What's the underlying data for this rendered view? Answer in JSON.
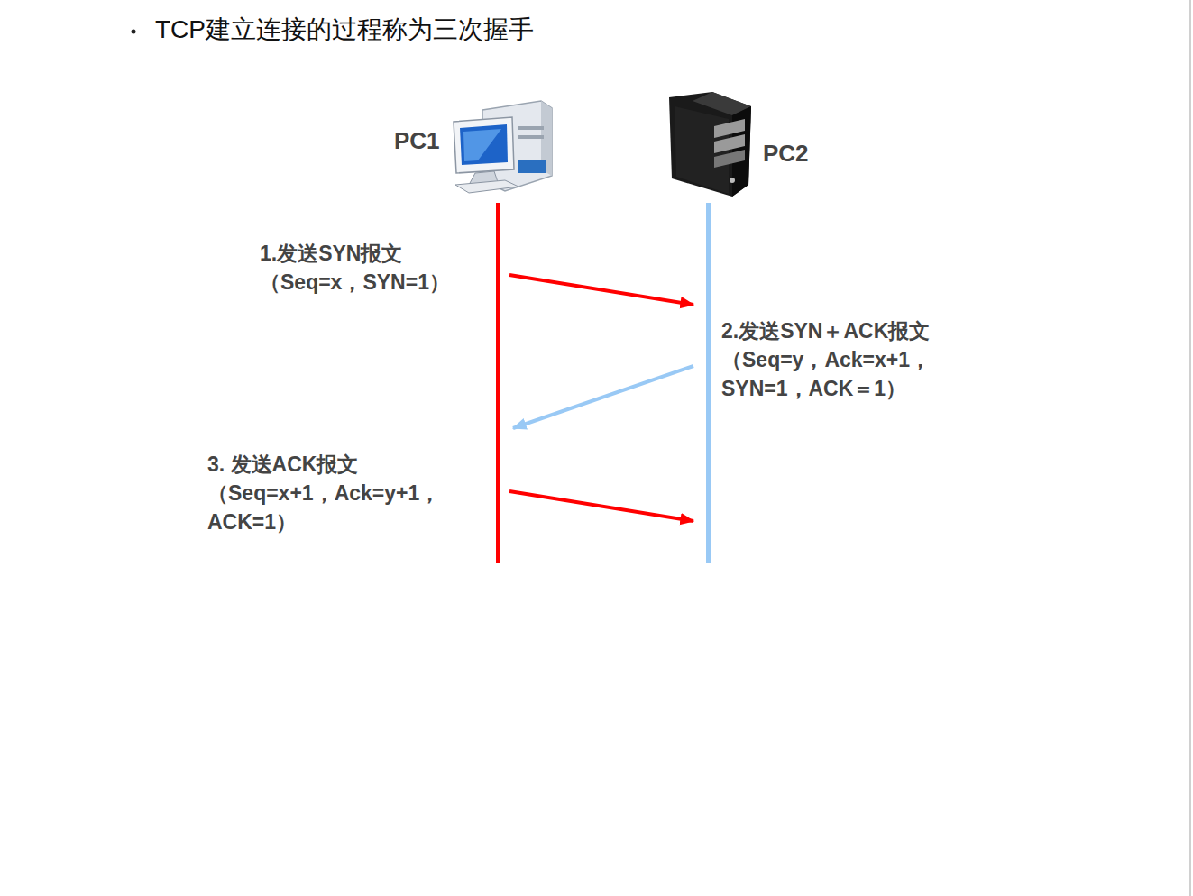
{
  "diagram": {
    "title": "TCP建立连接的过程称为三次握手",
    "nodes": [
      {
        "text": [
          "PC1"
        ]
      },
      {
        "text": [
          "PC2"
        ]
      }
    ],
    "edges": [
      {
        "from": 0,
        "to": 1,
        "arrow": "to",
        "label": "1.发送SYN报文 （Seq=x，SYN=1）"
      },
      {
        "from": 1,
        "to": 0,
        "arrow": "to",
        "label": "2.发送SYN＋ACK报文 （Seq=y，Ack=x+1， SYN=1，ACK＝1）"
      },
      {
        "from": 0,
        "to": 1,
        "arrow": "to",
        "label": "3. 发送ACK报文 （Seq=x+1，Ack=y+1， ACK=1）"
      }
    ]
  }
}
